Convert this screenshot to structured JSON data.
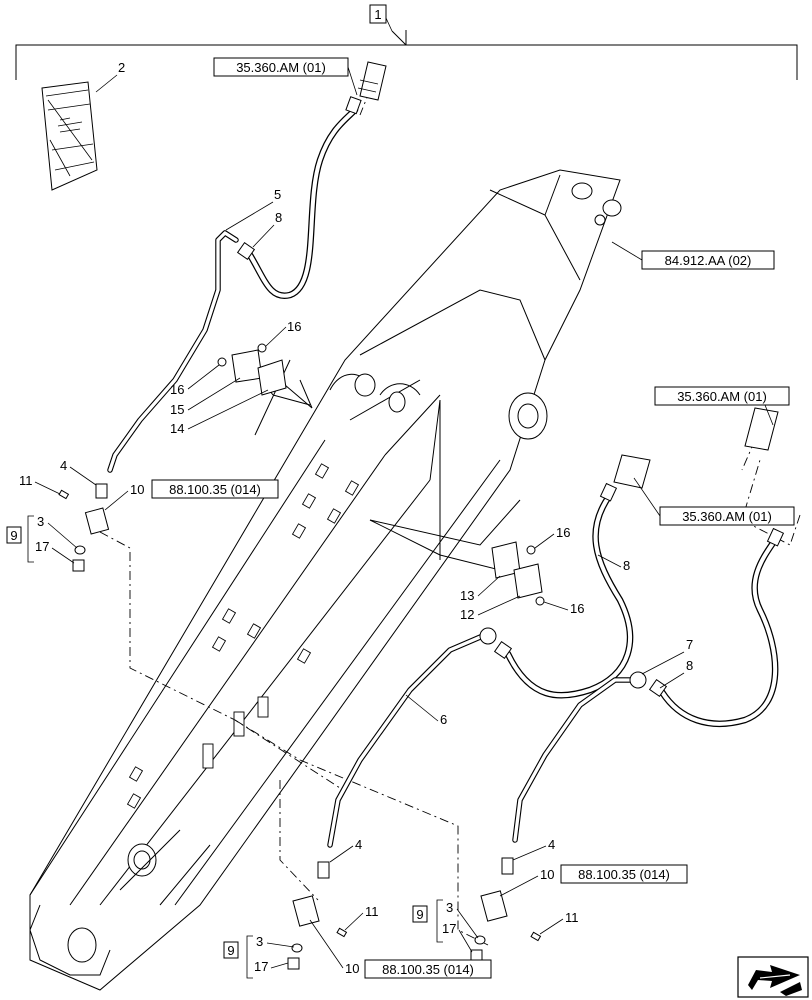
{
  "callouts": {
    "c1": "1",
    "c2": "2",
    "c3a": "3",
    "c3b": "3",
    "c3c": "3",
    "c4a": "4",
    "c4b": "4",
    "c4c": "4",
    "c5": "5",
    "c6": "6",
    "c7": "7",
    "c8a": "8",
    "c8b": "8",
    "c8c": "8",
    "c9a": "9",
    "c9b": "9",
    "c9c": "9",
    "c10a": "10",
    "c10b": "10",
    "c10c": "10",
    "c11a": "11",
    "c11b": "11",
    "c11c": "11",
    "c12": "12",
    "c13": "13",
    "c14": "14",
    "c15": "15",
    "c16a": "16",
    "c16b": "16",
    "c16c": "16",
    "c16d": "16",
    "c17a": "17",
    "c17b": "17",
    "c17c": "17"
  },
  "references": {
    "r_top": "35.360.AM (01)",
    "r_right_top": "35.360.AM (01)",
    "r_right_mid": "35.360.AM (01)",
    "r_boom": "84.912.AA (02)",
    "r_block_left": "88.100.35 (014)",
    "r_block_mid": "88.100.35 (014)",
    "r_block_right": "88.100.35 (014)"
  },
  "icons": {
    "manual": "manual-booklet-icon",
    "nav": "next-page-arrow-icon"
  }
}
